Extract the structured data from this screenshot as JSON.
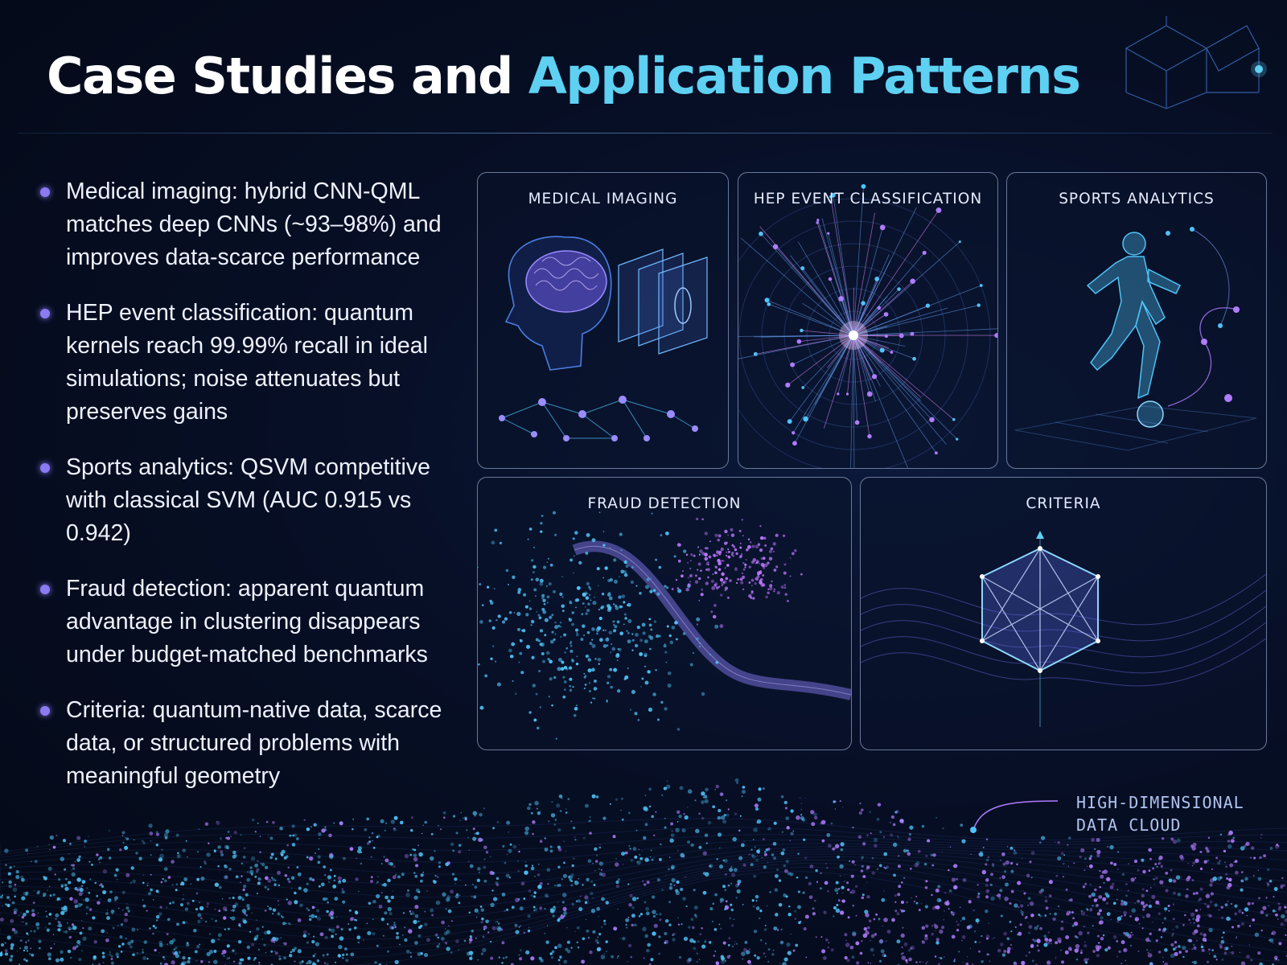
{
  "title": {
    "main": "Case Studies and ",
    "accent": "Application Patterns"
  },
  "bullets": [
    "Medical imaging: hybrid CNN-QML matches deep CNNs (~93–98%) and improves data-scarce performance",
    "HEP event classification: quantum kernels reach 99.99% recall in ideal simulations; noise attenuates but preserves gains",
    "Sports analytics: QSVM competitive with classical SVM (AUC 0.915 vs 0.942)",
    "Fraud detection: apparent quantum advantage in clustering disappears under budget-matched benchmarks",
    "Criteria: quantum-native data, scarce data, or structured problems with meaningful geometry"
  ],
  "panels": {
    "medical": "MEDICAL IMAGING",
    "hep": "HEP EVENT CLASSIFICATION",
    "sports": "SPORTS ANALYTICS",
    "fraud": "FRAUD DETECTION",
    "criteria": "CRITERIA"
  },
  "callout": {
    "line1": "HIGH-DIMENSIONAL",
    "line2": "DATA CLOUD"
  },
  "colors": {
    "accent": "#5ed1f3",
    "bullet_dot": "#8a7bf2",
    "cyan": "#4fc3f7",
    "violet": "#b07cff",
    "background": "#070f26"
  }
}
